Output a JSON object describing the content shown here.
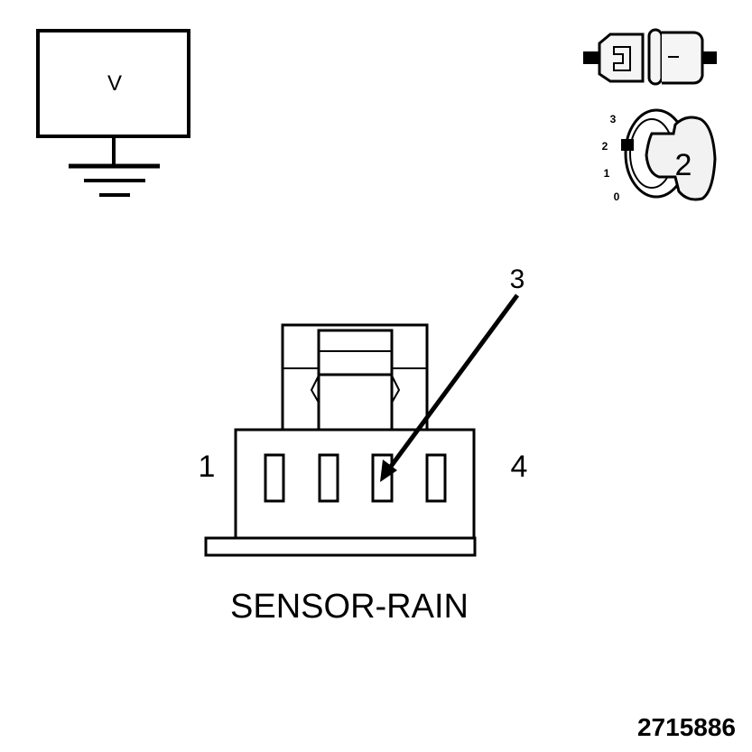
{
  "voltmeter": {
    "label": "V"
  },
  "connector_thumbnail": {
    "icon": "connector-icon"
  },
  "ignition": {
    "positions": [
      "3",
      "2",
      "1",
      "0"
    ],
    "selected_position": "2",
    "icon": "ignition-key-icon"
  },
  "connector": {
    "pin_left": "1",
    "pin_right": "4",
    "pin_pointer": "3",
    "name": "SENSOR-RAIN"
  },
  "figure_id": "2715886",
  "colors": {
    "ink": "#000000",
    "paper": "#ffffff",
    "key_fill": "#f2f2f2"
  }
}
